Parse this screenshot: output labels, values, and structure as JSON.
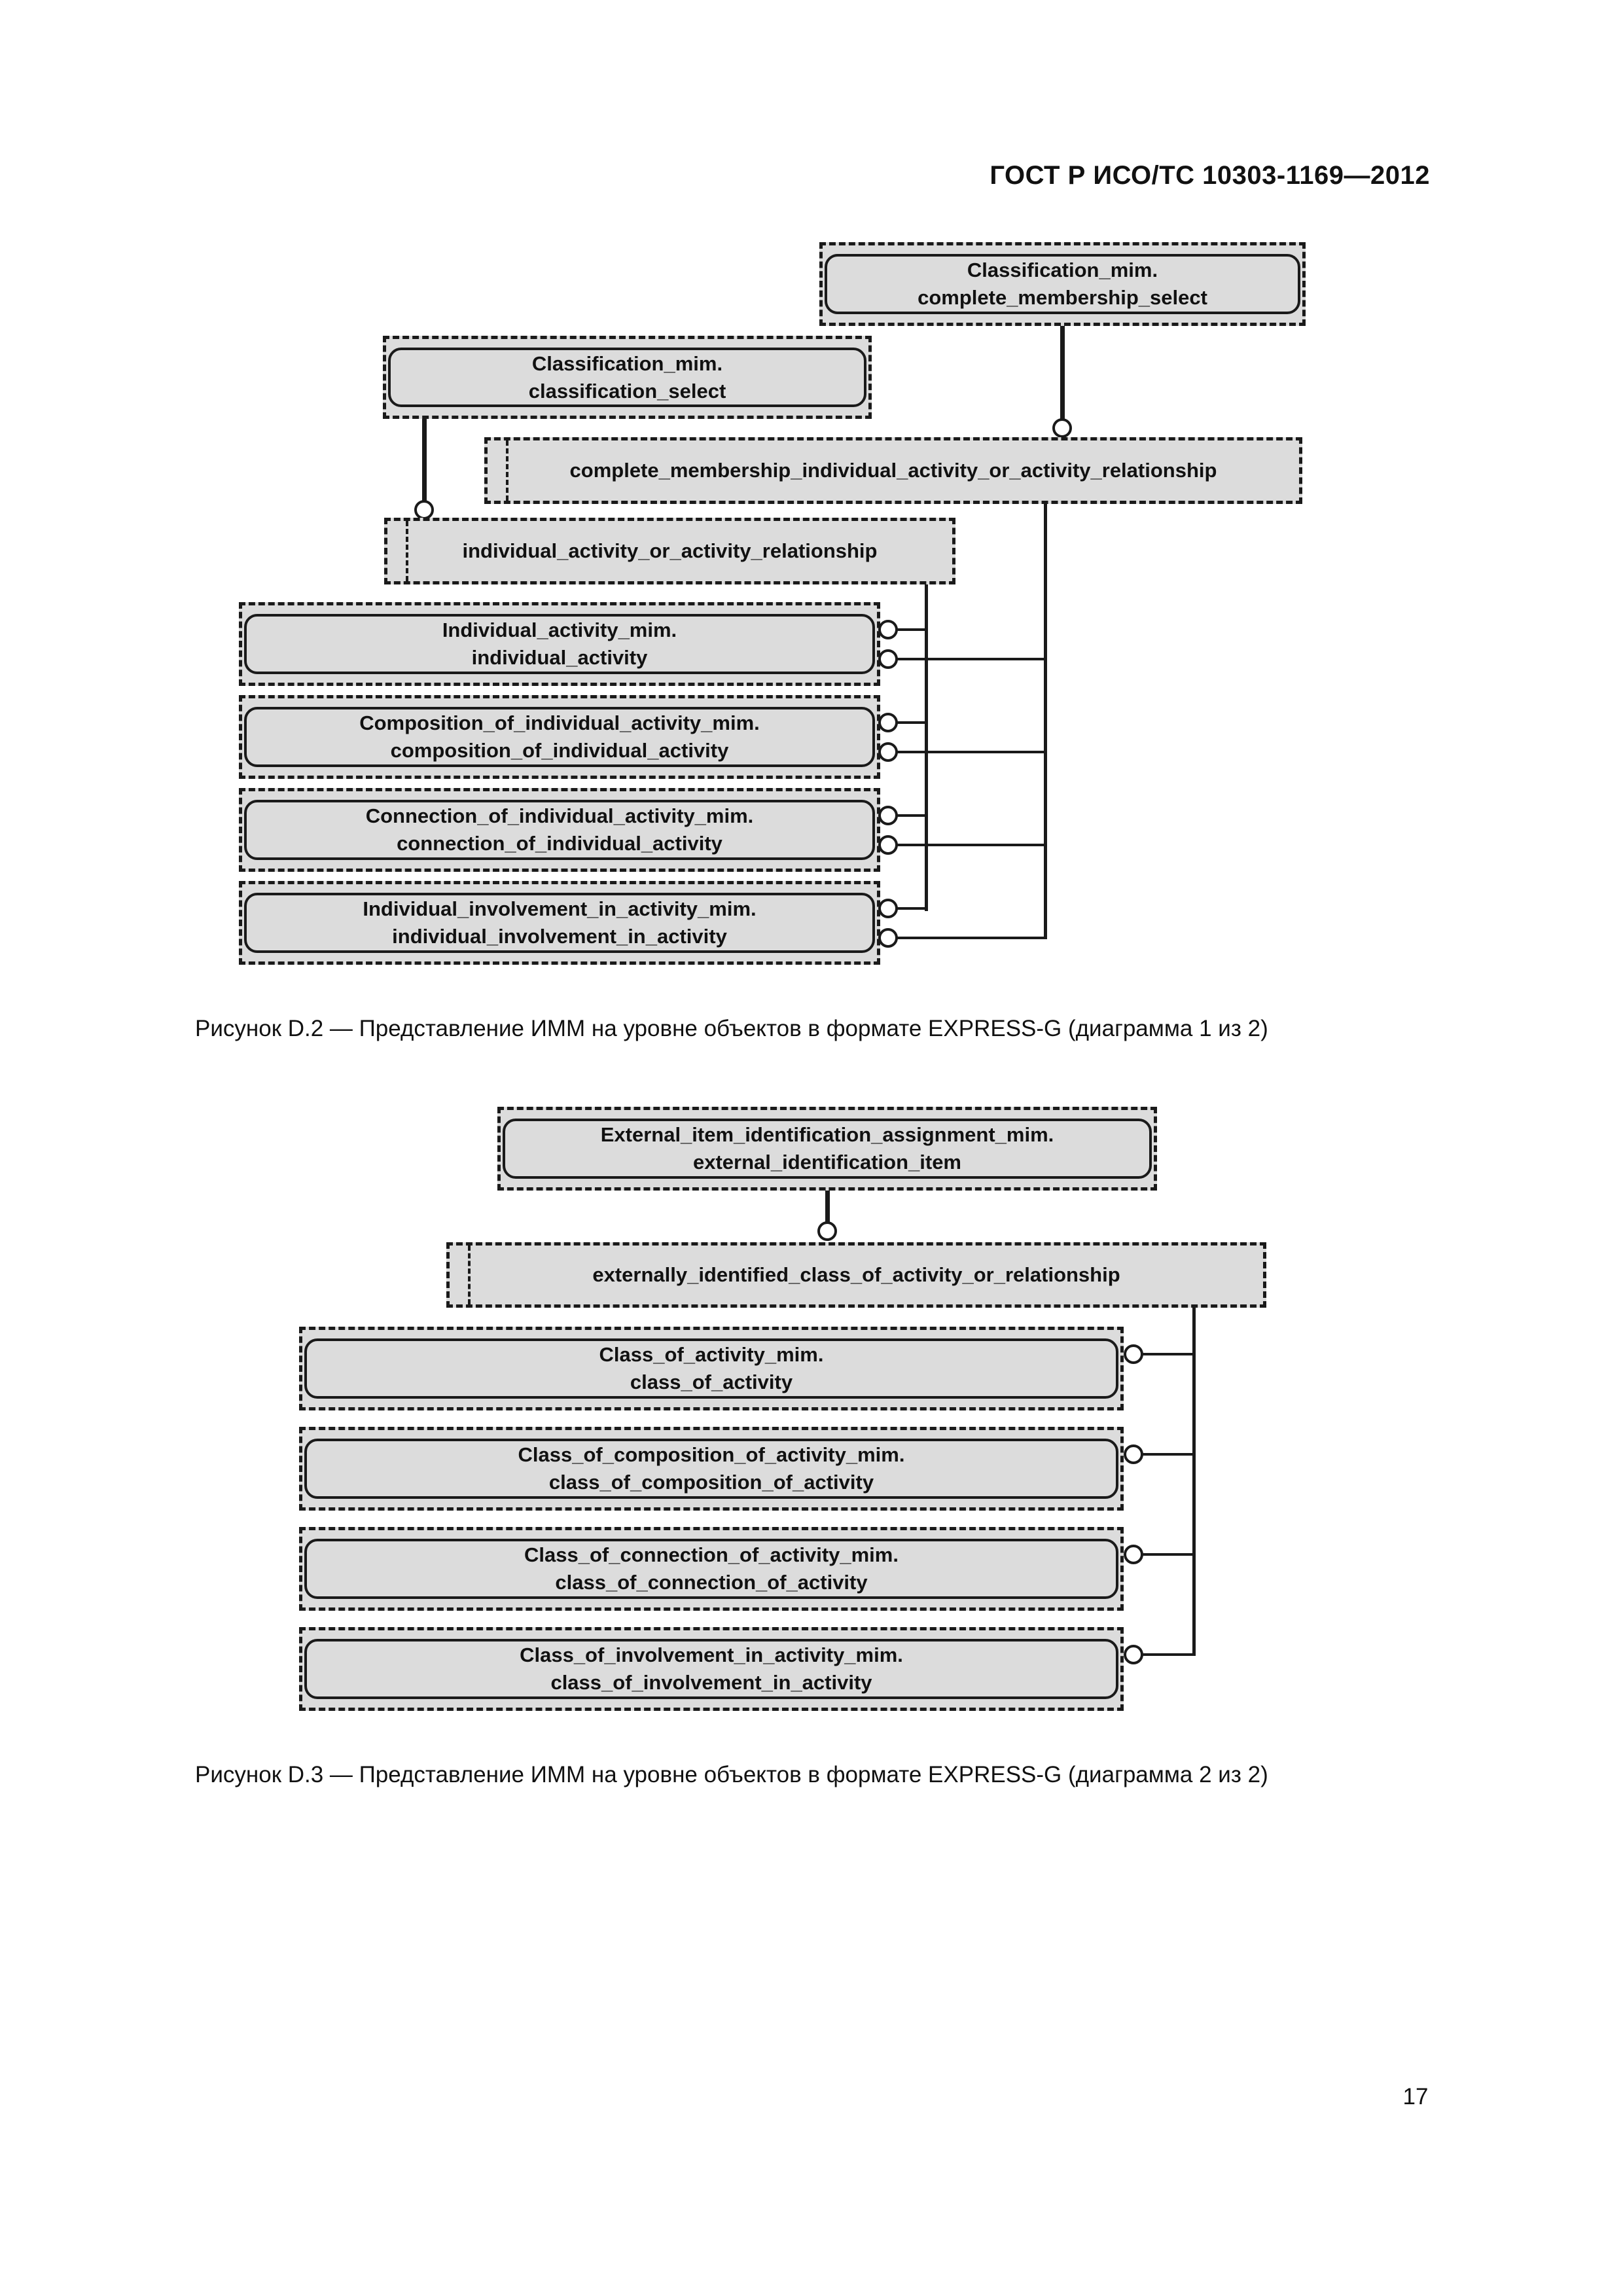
{
  "page": {
    "header": "ГОСТ Р ИСО/ТС 10303-1169—2012",
    "page_number": "17"
  },
  "colors": {
    "box_fill": "#dcdcdc",
    "line": "#1a1a1a",
    "background": "#ffffff"
  },
  "figure1": {
    "caption": "Рисунок D.2 — Представление ИММ на уровне объектов в формате EXPRESS-G (диаграмма 1 из 2)",
    "box_complete_membership_select": "Classification_mim.\ncomplete_membership_select",
    "box_classification_select": "Classification_mim.\nclassification_select",
    "box_complete_membership_type": "complete_membership_individual_activity_or_activity_relationship",
    "box_individual_activity_type": "individual_activity_or_activity_relationship",
    "box_individual_activity": "Individual_activity_mim.\nindividual_activity",
    "box_composition_of_individual_activity": "Composition_of_individual_activity_mim.\ncomposition_of_individual_activity",
    "box_connection_of_individual_activity": "Connection_of_individual_activity_mim.\nconnection_of_individual_activity",
    "box_individual_involvement_in_activity": "Individual_involvement_in_activity_mim.\nindividual_involvement_in_activity"
  },
  "figure2": {
    "caption": "Рисунок D.3 — Представление ИММ на уровне объектов в формате EXPRESS-G (диаграмма 2 из 2)",
    "box_external_identification_item": "External_item_identification_assignment_mim.\nexternal_identification_item",
    "box_externally_identified_type": "externally_identified_class_of_activity_or_relationship",
    "box_class_of_activity": "Class_of_activity_mim.\nclass_of_activity",
    "box_class_of_composition_of_activity": "Class_of_composition_of_activity_mim.\nclass_of_composition_of_activity",
    "box_class_of_connection_of_activity": "Class_of_connection_of_activity_mim.\nclass_of_connection_of_activity",
    "box_class_of_involvement_in_activity": "Class_of_involvement_in_activity_mim.\nclass_of_involvement_in_activity"
  }
}
